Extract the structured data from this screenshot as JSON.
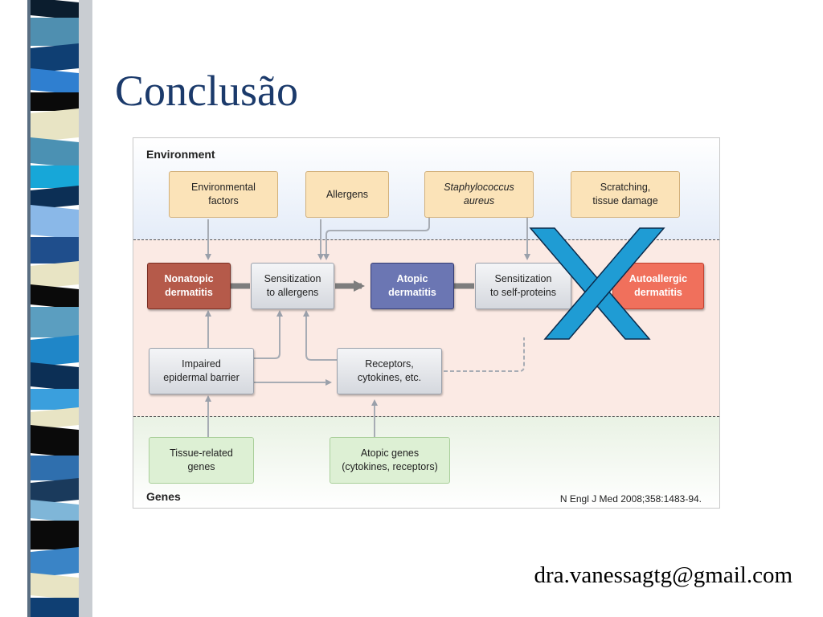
{
  "slide": {
    "title": "Conclusão",
    "email": "dra.vanessagtg@gmail.com"
  },
  "figure": {
    "zones": {
      "environment": "Environment",
      "genes": "Genes"
    },
    "citation": "N Engl J Med 2008;358:1483-94.",
    "boxes": {
      "environmental_factors": "Environmental\nfactors",
      "allergens": "Allergens",
      "staphylococcus": "Staphylococcus\naureus",
      "scratching": "Scratching,\ntissue damage",
      "nonatopic": "Nonatopic\ndermatitis",
      "sensitization_allergens": "Sensitization\nto allergens",
      "atopic": "Atopic\ndermatitis",
      "sensitization_self": "Sensitization\nto self-proteins",
      "autoallergic": "Autoallergic\ndermatitis",
      "impaired_barrier": "Impaired\nepidermal barrier",
      "receptors": "Receptors,\ncytokines, etc.",
      "tissue_genes": "Tissue-related\ngenes",
      "atopic_genes": "Atopic genes\n(cytokines, receptors)"
    }
  },
  "colors": {
    "title": "#1b3a6b",
    "cross": "#1f9cd4",
    "cross_outline": "#0b2a4a"
  },
  "icons": [
    "cross-out-icon"
  ]
}
